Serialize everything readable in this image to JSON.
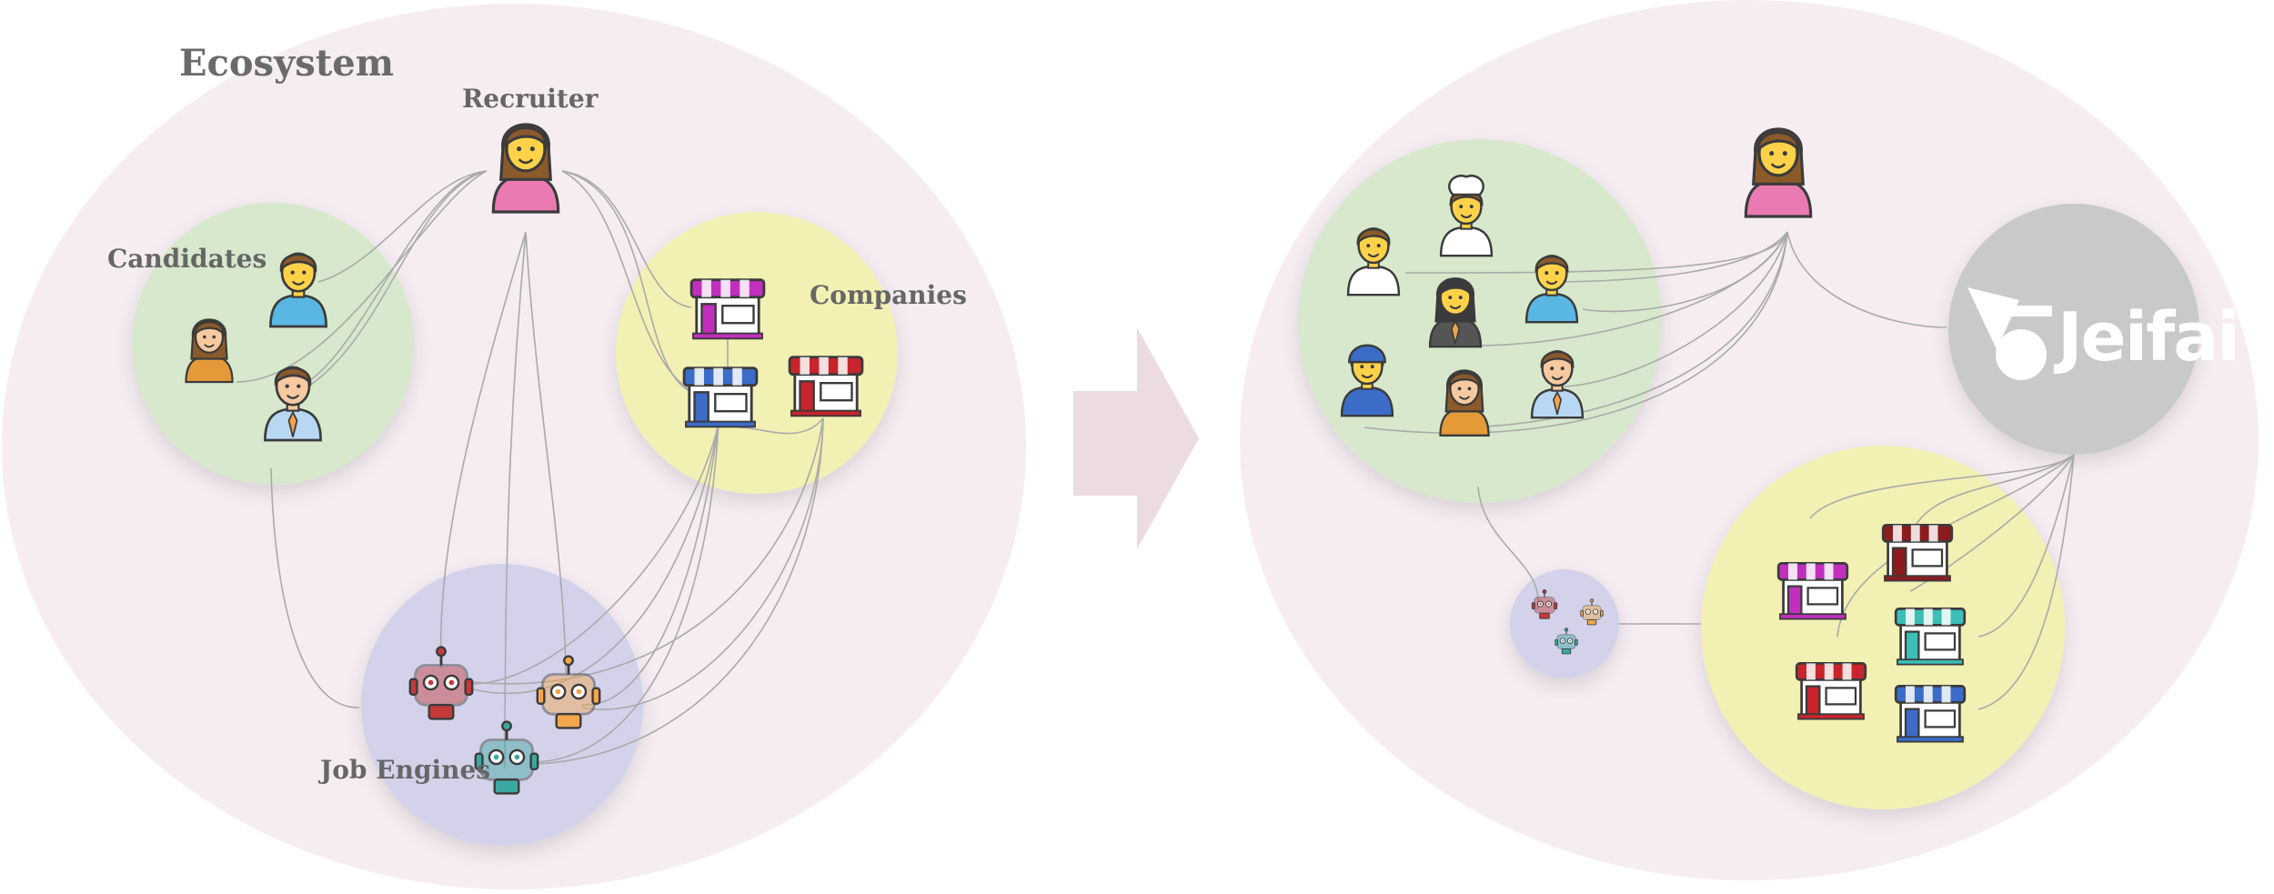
{
  "left_panel": {
    "title": "Ecosystem",
    "labels": {
      "recruiter": "Recruiter",
      "candidates": "Candidates",
      "companies": "Companies",
      "job_engines": "Job Engines"
    }
  },
  "right_panel": {
    "logo_text": "Jeifai"
  },
  "icons": {
    "recruiter_left": "woman-facepalming-icon",
    "recruiter_right": "woman-tipping-hand-icon",
    "candidate": "person-icon",
    "company": "store-icon",
    "job_engine": "robot-icon",
    "transition": "arrow-right-icon"
  },
  "colors": {
    "ecosystem": "#f5edf2",
    "candidates": "#d7e8cc",
    "companies": "#f3f0b3",
    "job_engines": "#d4d2ea",
    "jeifai": "#c9c9c9",
    "arrow": "#ecdbe3",
    "connector": "#aaaaaa",
    "store_magenta": "#c22fbe",
    "store_red": "#c8242c",
    "store_blue": "#3b6cc8",
    "store_teal": "#3bbfb7",
    "store_maroon": "#8c1b1e",
    "robot_red": "#c43a3a",
    "robot_orange": "#f2a54a",
    "robot_teal": "#3aa8a0"
  }
}
